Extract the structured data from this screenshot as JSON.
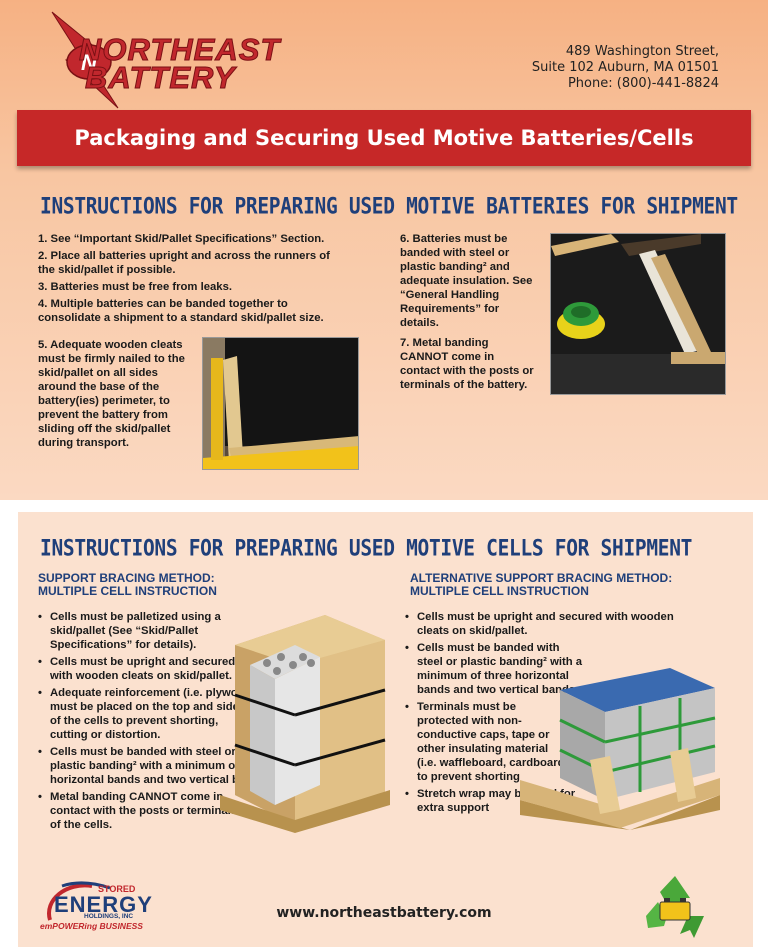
{
  "header": {
    "logo_line1": "NORTHEAST",
    "logo_line2": "BATTERY",
    "address_line1": "489 Washington Street,",
    "address_line2": "Suite 102 Auburn, MA 01501",
    "address_line3": "Phone: (800)-441-8824"
  },
  "banner_title": "Packaging and Securing Used Motive Batteries/Cells",
  "section1": {
    "title": "INSTRUCTIONS FOR PREPARING USED MOTIVE BATTERIES FOR SHIPMENT",
    "items": [
      "1. See “Important Skid/Pallet Specifications” Section.",
      "2. Place all batteries upright and across the runners of the skid/pallet if possible.",
      "3. Batteries must be free from leaks.",
      "4. Multiple batteries can be banded together to consolidate a shipment to a standard skid/pallet size.",
      "5. Adequate wooden cleats must be firmly nailed to the skid/pallet on all sides around the base of the battery(ies) perimeter, to prevent the battery from sliding off the skid/pallet during transport.",
      "6. Batteries must be banded with steel or plastic banding² and adequate insulation. See “General Handling Requirements” for details.",
      "7. Metal banding CANNOT come in contact with the posts or terminals of the battery."
    ]
  },
  "section2": {
    "title": "INSTRUCTIONS FOR PREPARING USED MOTIVE CELLS FOR SHIPMENT",
    "left_heading_1": "SUPPORT BRACING METHOD:",
    "left_heading_2": "MULTIPLE CELL INSTRUCTION",
    "left_items": [
      "Cells must be palletized using a skid/pallet (See “Skid/Pallet Specifications” for details).",
      "Cells must be upright and secured with wooden cleats on skid/pallet.",
      "Adequate reinforcement (i.e. plywood) must be placed on the top and sides of the cells to prevent shorting, cutting or distortion.",
      "Cells must be banded with steel or plastic banding² with a minimum of three horizontal bands and two vertical bands.",
      "Metal banding CANNOT come in contact with the posts or terminals of the cells."
    ],
    "right_heading_1": "ALTERNATIVE SUPPORT BRACING METHOD:",
    "right_heading_2": "MULTIPLE CELL INSTRUCTION",
    "right_items": [
      "Cells must be upright and secured with wooden cleats on skid/pallet.",
      "Cells must be banded with steel or plastic banding² with a minimum of three horizontal bands and two vertical bands.",
      "Terminals must be protected with non-conductive caps, tape or other insulating material (i.e. waffleboard, cardboard) to prevent shorting",
      "Stretch wrap may be used for extra support"
    ]
  },
  "footer": {
    "url": "www.northeastbattery.com",
    "stored": "STORED",
    "energy": "ENERGY",
    "holdings": "HOLDINGS, INC",
    "tagline": "emPOWERing BUSINESS"
  },
  "colors": {
    "brand_red": "#c62828",
    "heading_blue": "#1f3f7a"
  }
}
